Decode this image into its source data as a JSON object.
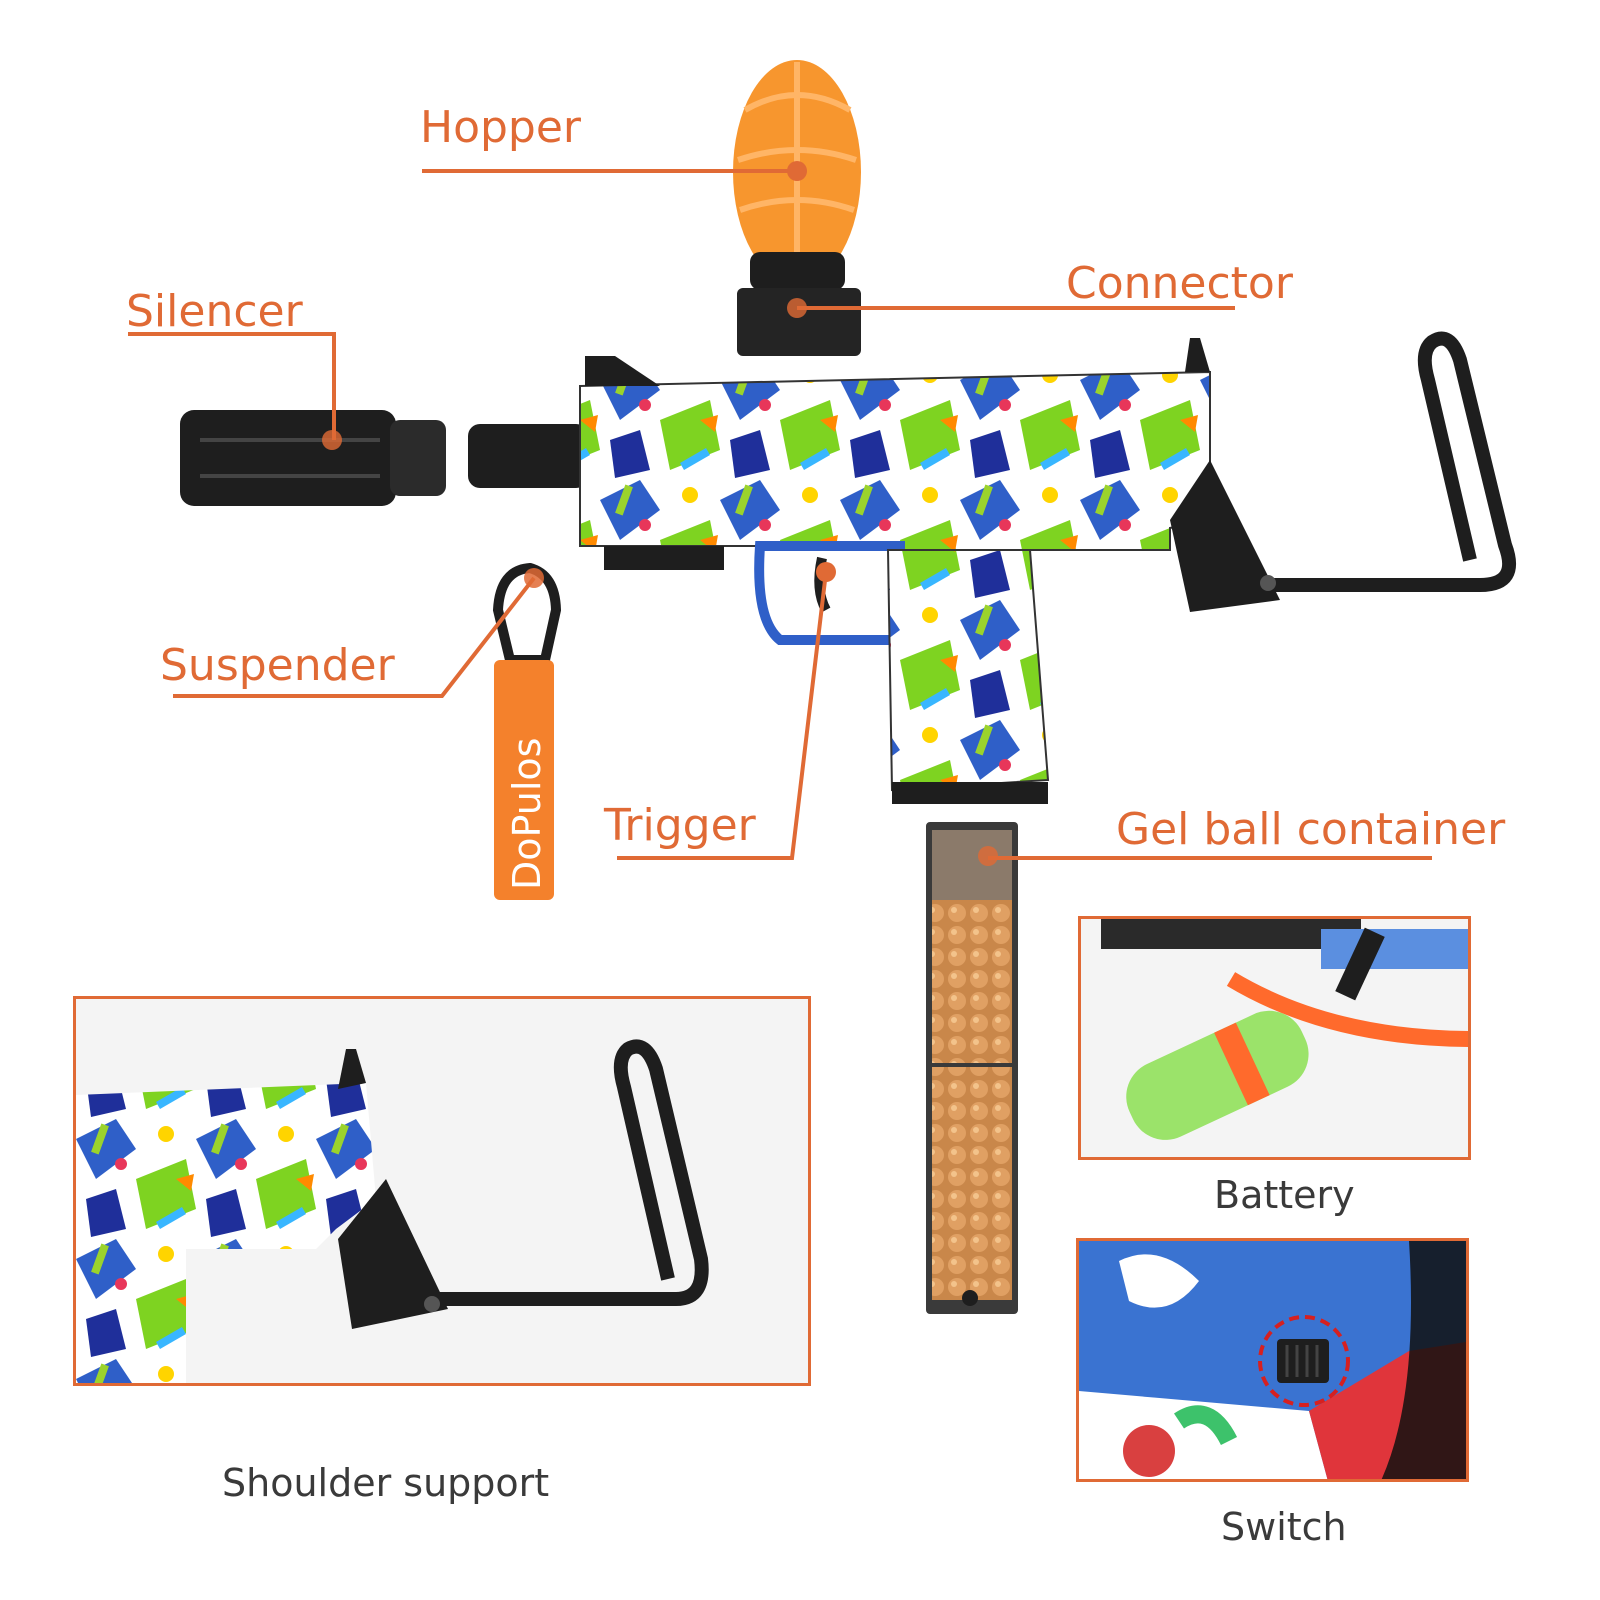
{
  "labels": {
    "hopper": "Hopper",
    "connector": "Connector",
    "silencer": "Silencer",
    "suspender": "Suspender",
    "trigger": "Trigger",
    "gel_ball_container": "Gel ball container"
  },
  "captions": {
    "shoulder_support": "Shoulder support",
    "battery": "Battery",
    "switch": "Switch"
  },
  "strap_text": "DoPulos",
  "colors": {
    "accent": "#e06a35",
    "gun_black": "#1e1e1e",
    "hopper_orange": "#f7962e",
    "graffiti_blue": "#2f5fc8",
    "graffiti_green": "#7ed321",
    "battery_green": "#9be36a"
  }
}
